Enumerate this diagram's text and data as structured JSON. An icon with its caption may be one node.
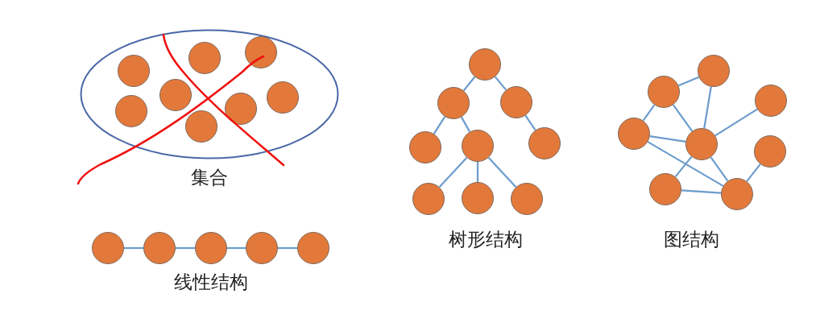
{
  "diagram": {
    "nodes": [
      {
        "text": [
          "集合"
        ]
      },
      {
        "text": [],
        "shape": "circle",
        "in": 0
      },
      {
        "text": [],
        "shape": "circle",
        "in": 0
      },
      {
        "text": [],
        "shape": "circle",
        "in": 0
      },
      {
        "text": [],
        "shape": "circle",
        "in": 0
      },
      {
        "text": [],
        "shape": "circle",
        "in": 0
      },
      {
        "text": [],
        "shape": "circle",
        "in": 0
      },
      {
        "text": [],
        "shape": "circle",
        "in": 0
      },
      {
        "text": [],
        "shape": "circle",
        "in": 0
      },
      {
        "text": [],
        "shape": "circle"
      },
      {
        "text": [],
        "shape": "circle"
      },
      {
        "text": [],
        "shape": "circle"
      },
      {
        "text": [],
        "shape": "circle"
      },
      {
        "text": [],
        "shape": "circle"
      },
      {
        "text": [],
        "shape": "circle"
      },
      {
        "text": [],
        "shape": "circle"
      },
      {
        "text": [],
        "shape": "circle"
      },
      {
        "text": [],
        "shape": "circle"
      },
      {
        "text": [],
        "shape": "circle"
      },
      {
        "text": [],
        "shape": "circle"
      },
      {
        "text": [],
        "shape": "circle"
      },
      {
        "text": [],
        "shape": "circle"
      },
      {
        "text": [],
        "shape": "circle"
      },
      {
        "text": [],
        "shape": "circle"
      },
      {
        "text": [],
        "shape": "circle"
      },
      {
        "text": [],
        "shape": "circle"
      },
      {
        "text": [],
        "shape": "circle"
      },
      {
        "text": [],
        "shape": "circle"
      },
      {
        "text": [],
        "shape": "circle"
      },
      {
        "text": [],
        "shape": "circle"
      },
      {
        "text": [],
        "shape": "circle"
      }
    ],
    "edges": [
      {
        "from": 9,
        "to": 10,
        "arrow": "none"
      },
      {
        "from": 10,
        "to": 11,
        "arrow": "none"
      },
      {
        "from": 11,
        "to": 12,
        "arrow": "none"
      },
      {
        "from": 12,
        "to": 13,
        "arrow": "none"
      },
      {
        "from": 14,
        "to": 15,
        "arrow": "none"
      },
      {
        "from": 14,
        "to": 16,
        "arrow": "none"
      },
      {
        "from": 15,
        "to": 17,
        "arrow": "none"
      },
      {
        "from": 15,
        "to": 18,
        "arrow": "none"
      },
      {
        "from": 16,
        "to": 19,
        "arrow": "none"
      },
      {
        "from": 18,
        "to": 20,
        "arrow": "none"
      },
      {
        "from": 18,
        "to": 21,
        "arrow": "none"
      },
      {
        "from": 18,
        "to": 22,
        "arrow": "none"
      },
      {
        "from": 24,
        "to": 23,
        "arrow": "none"
      },
      {
        "from": 24,
        "to": 26,
        "arrow": "none"
      },
      {
        "from": 24,
        "to": 27,
        "arrow": "none"
      },
      {
        "from": 23,
        "to": 27,
        "arrow": "none"
      },
      {
        "from": 27,
        "to": 25,
        "arrow": "none"
      },
      {
        "from": 26,
        "to": 27,
        "arrow": "none"
      },
      {
        "from": 26,
        "to": 30,
        "arrow": "none"
      },
      {
        "from": 27,
        "to": 29,
        "arrow": "none"
      },
      {
        "from": 27,
        "to": 30,
        "arrow": "none"
      },
      {
        "from": 29,
        "to": 30,
        "arrow": "none"
      },
      {
        "from": 30,
        "to": 28,
        "arrow": "none"
      }
    ],
    "labels": [
      "线性结构",
      "树形结构",
      "图结构"
    ]
  }
}
